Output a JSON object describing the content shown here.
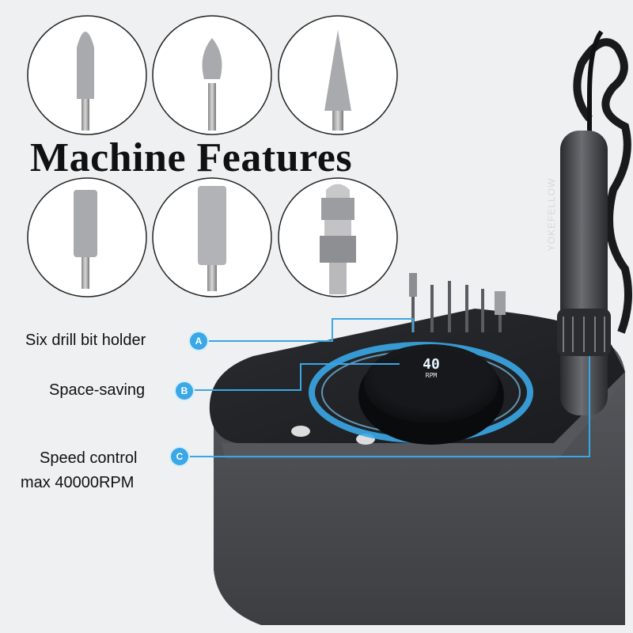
{
  "title": "Machine Features",
  "brand": "YOKEFELLOW",
  "display": {
    "value": "40",
    "unit": "RPM"
  },
  "features": [
    {
      "badge": "A",
      "label": "Six drill bit holder"
    },
    {
      "badge": "B",
      "label": "Space-saving"
    },
    {
      "badge": "C",
      "label": "Speed control",
      "sublabel": "max 40000RPM"
    }
  ],
  "colors": {
    "accent": "#3aa7e6",
    "body": "#4a4c50",
    "background": "#eef0f2"
  }
}
